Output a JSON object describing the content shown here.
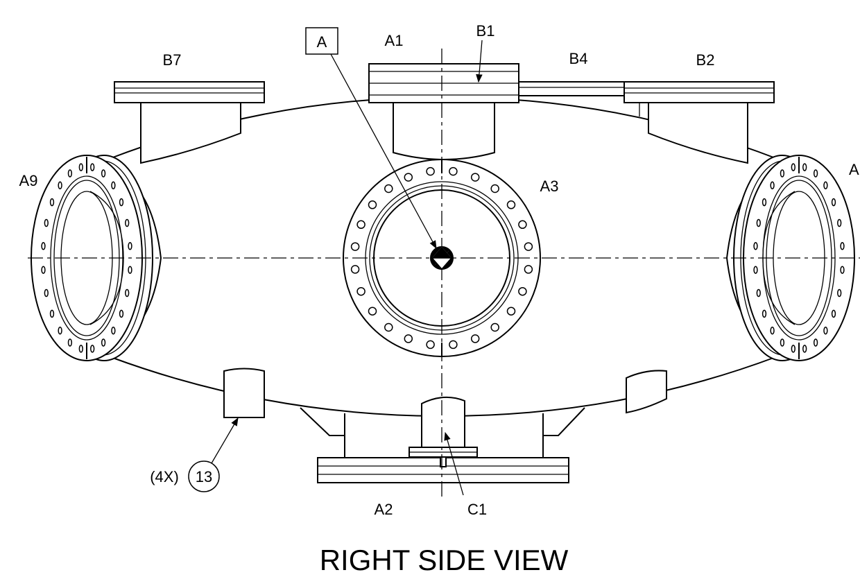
{
  "view_title": "RIGHT SIDE VIEW",
  "datum_label": "A",
  "port_labels": {
    "a1": "A1",
    "b1": "B1",
    "b4": "B4",
    "b2": "B2",
    "b7": "B7",
    "a9": "A9",
    "a3": "A3",
    "a_right": "A",
    "a2": "A2",
    "c1": "C1"
  },
  "callout": {
    "quantity": "(4X)",
    "item_number": "13"
  }
}
